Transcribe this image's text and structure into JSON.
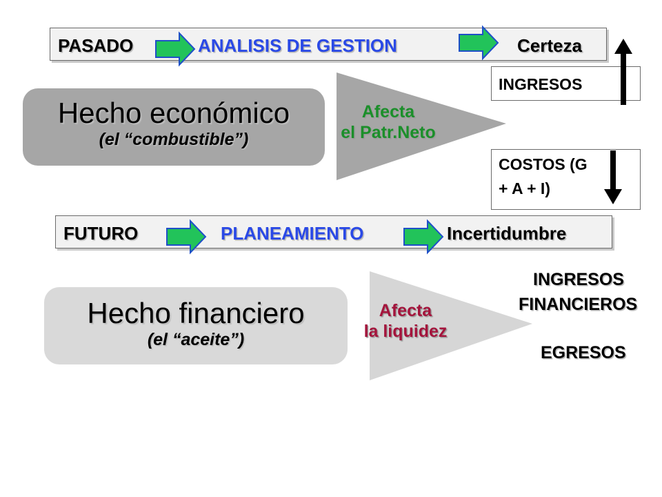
{
  "top_banner": {
    "left": "PASADO",
    "middle": "ANALISIS DE GESTION",
    "right": "Certeza"
  },
  "economico": {
    "title": "Hecho económico",
    "subtitle": "(el “combustible”)",
    "effect_line1": "Afecta",
    "effect_line2": "el Patr.Neto"
  },
  "ingresos_box": {
    "label": "INGRESOS"
  },
  "costos_box": {
    "line1": "COSTOS (G",
    "line2": "+ A + I)"
  },
  "bottom_banner": {
    "left": "FUTURO",
    "middle": "PLANEAMIENTO",
    "right": "Incertidumbre"
  },
  "financiero": {
    "title": "Hecho financiero",
    "subtitle": "(el “aceite”)",
    "effect_line1": "Afecta",
    "effect_line2": "la liquidez",
    "out_line1": "INGRESOS",
    "out_line2": "FINANCIEROS",
    "out_line3": "EGRESOS"
  },
  "colors": {
    "blue_text": "#2a49e6",
    "green_text": "#1b8f2a",
    "red_text": "#a4143c",
    "arrow_green": "#22c35a",
    "arrow_outline": "#1f4fc8",
    "hecho_economico_bg": "#a6a6a6",
    "hecho_financiero_bg": "#d9d9d9",
    "triangle_gray": "#a6a6a6",
    "triangle_light": "#d6d6d6"
  },
  "icons": [
    "arrow-right-icon",
    "arrow-up-icon",
    "arrow-down-icon",
    "triangle-icon"
  ]
}
